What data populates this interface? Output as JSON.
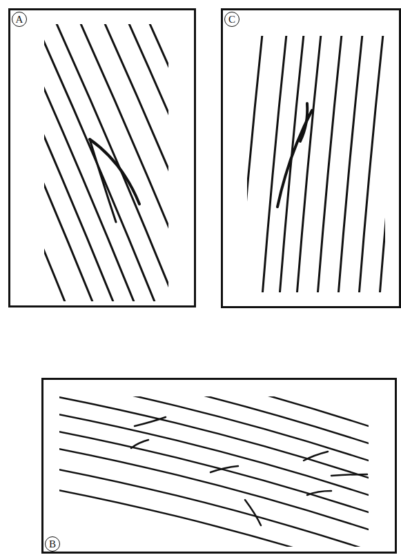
{
  "diagram": {
    "nodes": [
      {
        "text": [
          "A"
        ]
      },
      {
        "text": [
          "C"
        ]
      },
      {
        "text": [
          "B"
        ]
      }
    ]
  }
}
